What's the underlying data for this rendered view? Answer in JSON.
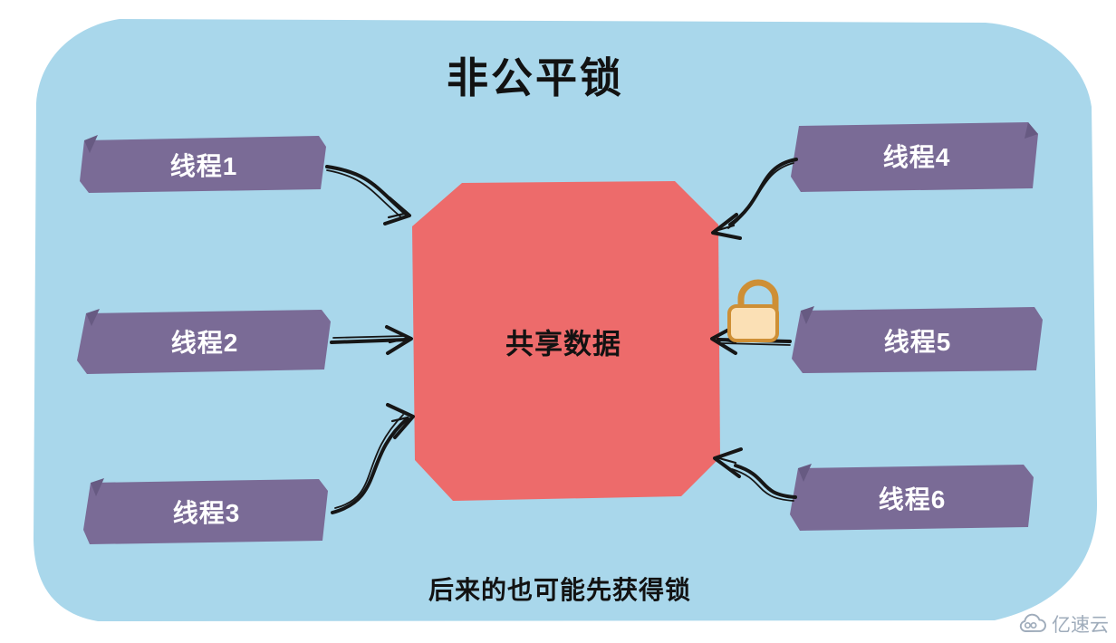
{
  "title": "非公平锁",
  "threads": [
    {
      "label": "线程1"
    },
    {
      "label": "线程2"
    },
    {
      "label": "线程3"
    },
    {
      "label": "线程4"
    },
    {
      "label": "线程5"
    },
    {
      "label": "线程6"
    }
  ],
  "center": {
    "label": "共享数据"
  },
  "caption": "后来的也可能先获得锁",
  "watermark": {
    "text": "亿速云"
  },
  "colors": {
    "page_background": "#FFFFFF",
    "canvas_background": "#A9D7EB",
    "thread_box": "#7A6B96",
    "thread_label": "#FFFFFF",
    "shared_data_box": "#ED6B6B",
    "arrow": "#161616",
    "lock_fill": "#FBE0B5",
    "lock_stroke": "#CE8F35",
    "watermark_text": "#9FACBB"
  }
}
